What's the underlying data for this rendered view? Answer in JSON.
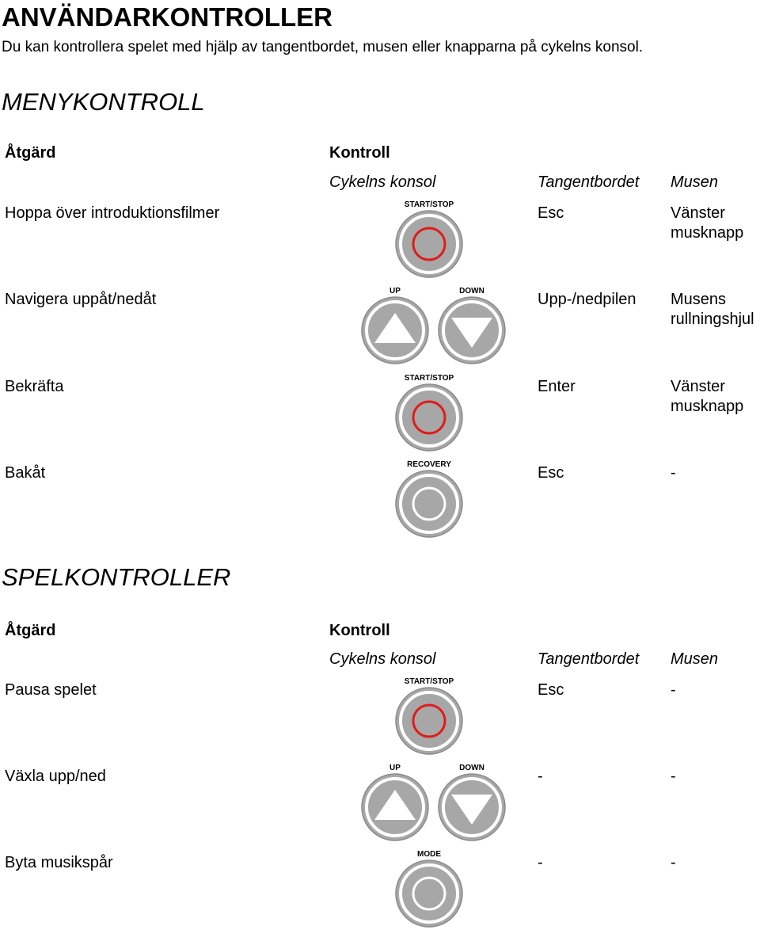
{
  "title": "ANVÄNDARKONTROLLER",
  "intro": "Du kan kontrollera spelet med hjälp av tangentbordet, musen eller knapparna på cykelns konsol.",
  "colors": {
    "button_fill": "#a7a7a7",
    "button_ring": "#ffffff",
    "button_outline": "#8c8c8c",
    "start_stop_ring": "#e01b1b",
    "arrow": "#ffffff"
  },
  "headers": {
    "action": "Åtgärd",
    "control": "Kontroll",
    "console": "Cykelns konsol",
    "keyboard": "Tangentbordet",
    "mouse": "Musen"
  },
  "sections": [
    {
      "title": "MENYKONTROLL",
      "rows": [
        {
          "action": "Hoppa över introduktionsfilmer",
          "buttons": [
            {
              "label": "START/STOP",
              "icon": "start-stop-button-icon"
            }
          ],
          "keyboard": "Esc",
          "mouse": "Vänster musknapp"
        },
        {
          "action": "Navigera uppåt/nedåt",
          "buttons": [
            {
              "label": "UP",
              "icon": "up-arrow-button-icon"
            },
            {
              "label": "DOWN",
              "icon": "down-arrow-button-icon"
            }
          ],
          "keyboard": "Upp-/nedpilen",
          "mouse": "Musens rullningshjul"
        },
        {
          "action": "Bekräfta",
          "buttons": [
            {
              "label": "START/STOP",
              "icon": "start-stop-button-icon"
            }
          ],
          "keyboard": "Enter",
          "mouse": "Vänster musknapp"
        },
        {
          "action": "Bakåt",
          "buttons": [
            {
              "label": "RECOVERY",
              "icon": "recovery-button-icon"
            }
          ],
          "keyboard": "Esc",
          "mouse": "-"
        }
      ]
    },
    {
      "title": "SPELKONTROLLER",
      "rows": [
        {
          "action": "Pausa spelet",
          "buttons": [
            {
              "label": "START/STOP",
              "icon": "start-stop-button-icon"
            }
          ],
          "keyboard": "Esc",
          "mouse": "-"
        },
        {
          "action": "Växla upp/ned",
          "buttons": [
            {
              "label": "UP",
              "icon": "up-arrow-button-icon"
            },
            {
              "label": "DOWN",
              "icon": "down-arrow-button-icon"
            }
          ],
          "keyboard": "-",
          "mouse": "-"
        },
        {
          "action": "Byta musikspår",
          "buttons": [
            {
              "label": "MODE",
              "icon": "mode-button-icon"
            }
          ],
          "keyboard": "-",
          "mouse": "-"
        }
      ]
    }
  ]
}
